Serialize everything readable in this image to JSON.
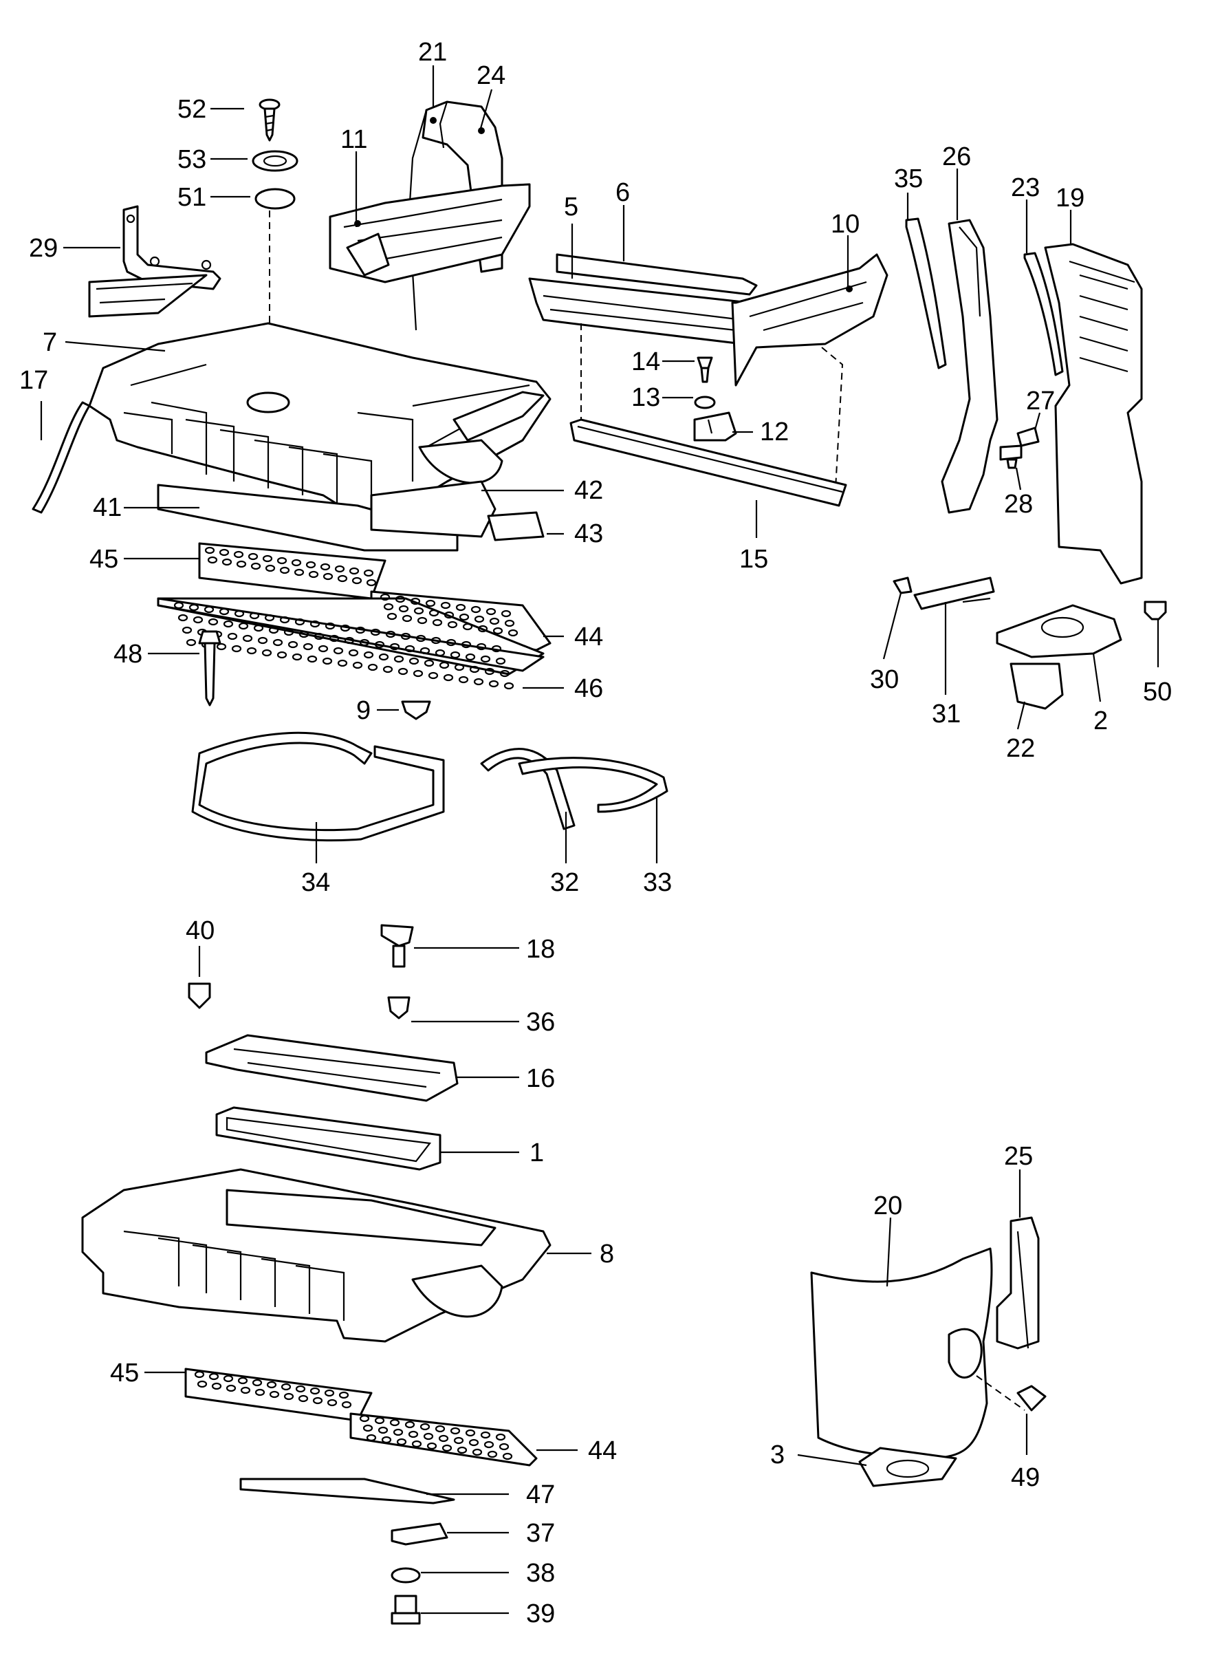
{
  "callouts": [
    {
      "id": "c1",
      "text": "1"
    },
    {
      "id": "c2",
      "text": "2"
    },
    {
      "id": "c3",
      "text": "3"
    },
    {
      "id": "c5",
      "text": "5"
    },
    {
      "id": "c6",
      "text": "6"
    },
    {
      "id": "c7",
      "text": "7"
    },
    {
      "id": "c8",
      "text": "8"
    },
    {
      "id": "c9",
      "text": "9"
    },
    {
      "id": "c10",
      "text": "10"
    },
    {
      "id": "c11",
      "text": "11"
    },
    {
      "id": "c12",
      "text": "12"
    },
    {
      "id": "c13",
      "text": "13"
    },
    {
      "id": "c14",
      "text": "14"
    },
    {
      "id": "c15",
      "text": "15"
    },
    {
      "id": "c16",
      "text": "16"
    },
    {
      "id": "c17",
      "text": "17"
    },
    {
      "id": "c18",
      "text": "18"
    },
    {
      "id": "c19",
      "text": "19"
    },
    {
      "id": "c20",
      "text": "20"
    },
    {
      "id": "c21",
      "text": "21"
    },
    {
      "id": "c22",
      "text": "22"
    },
    {
      "id": "c23",
      "text": "23"
    },
    {
      "id": "c24",
      "text": "24"
    },
    {
      "id": "c25",
      "text": "25"
    },
    {
      "id": "c26",
      "text": "26"
    },
    {
      "id": "c27",
      "text": "27"
    },
    {
      "id": "c28",
      "text": "28"
    },
    {
      "id": "c29",
      "text": "29"
    },
    {
      "id": "c30",
      "text": "30"
    },
    {
      "id": "c31",
      "text": "31"
    },
    {
      "id": "c32",
      "text": "32"
    },
    {
      "id": "c33",
      "text": "33"
    },
    {
      "id": "c34",
      "text": "34"
    },
    {
      "id": "c35",
      "text": "35"
    },
    {
      "id": "c36",
      "text": "36"
    },
    {
      "id": "c37",
      "text": "37"
    },
    {
      "id": "c38",
      "text": "38"
    },
    {
      "id": "c39",
      "text": "39"
    },
    {
      "id": "c40",
      "text": "40"
    },
    {
      "id": "c41",
      "text": "41"
    },
    {
      "id": "c42",
      "text": "42"
    },
    {
      "id": "c43",
      "text": "43"
    },
    {
      "id": "c44a",
      "text": "44"
    },
    {
      "id": "c44b",
      "text": "44"
    },
    {
      "id": "c45a",
      "text": "45"
    },
    {
      "id": "c45b",
      "text": "45"
    },
    {
      "id": "c46",
      "text": "46"
    },
    {
      "id": "c47",
      "text": "47"
    },
    {
      "id": "c48",
      "text": "48"
    },
    {
      "id": "c49",
      "text": "49"
    },
    {
      "id": "c50",
      "text": "50"
    },
    {
      "id": "c51",
      "text": "51"
    },
    {
      "id": "c52",
      "text": "52"
    },
    {
      "id": "c53",
      "text": "53"
    }
  ]
}
